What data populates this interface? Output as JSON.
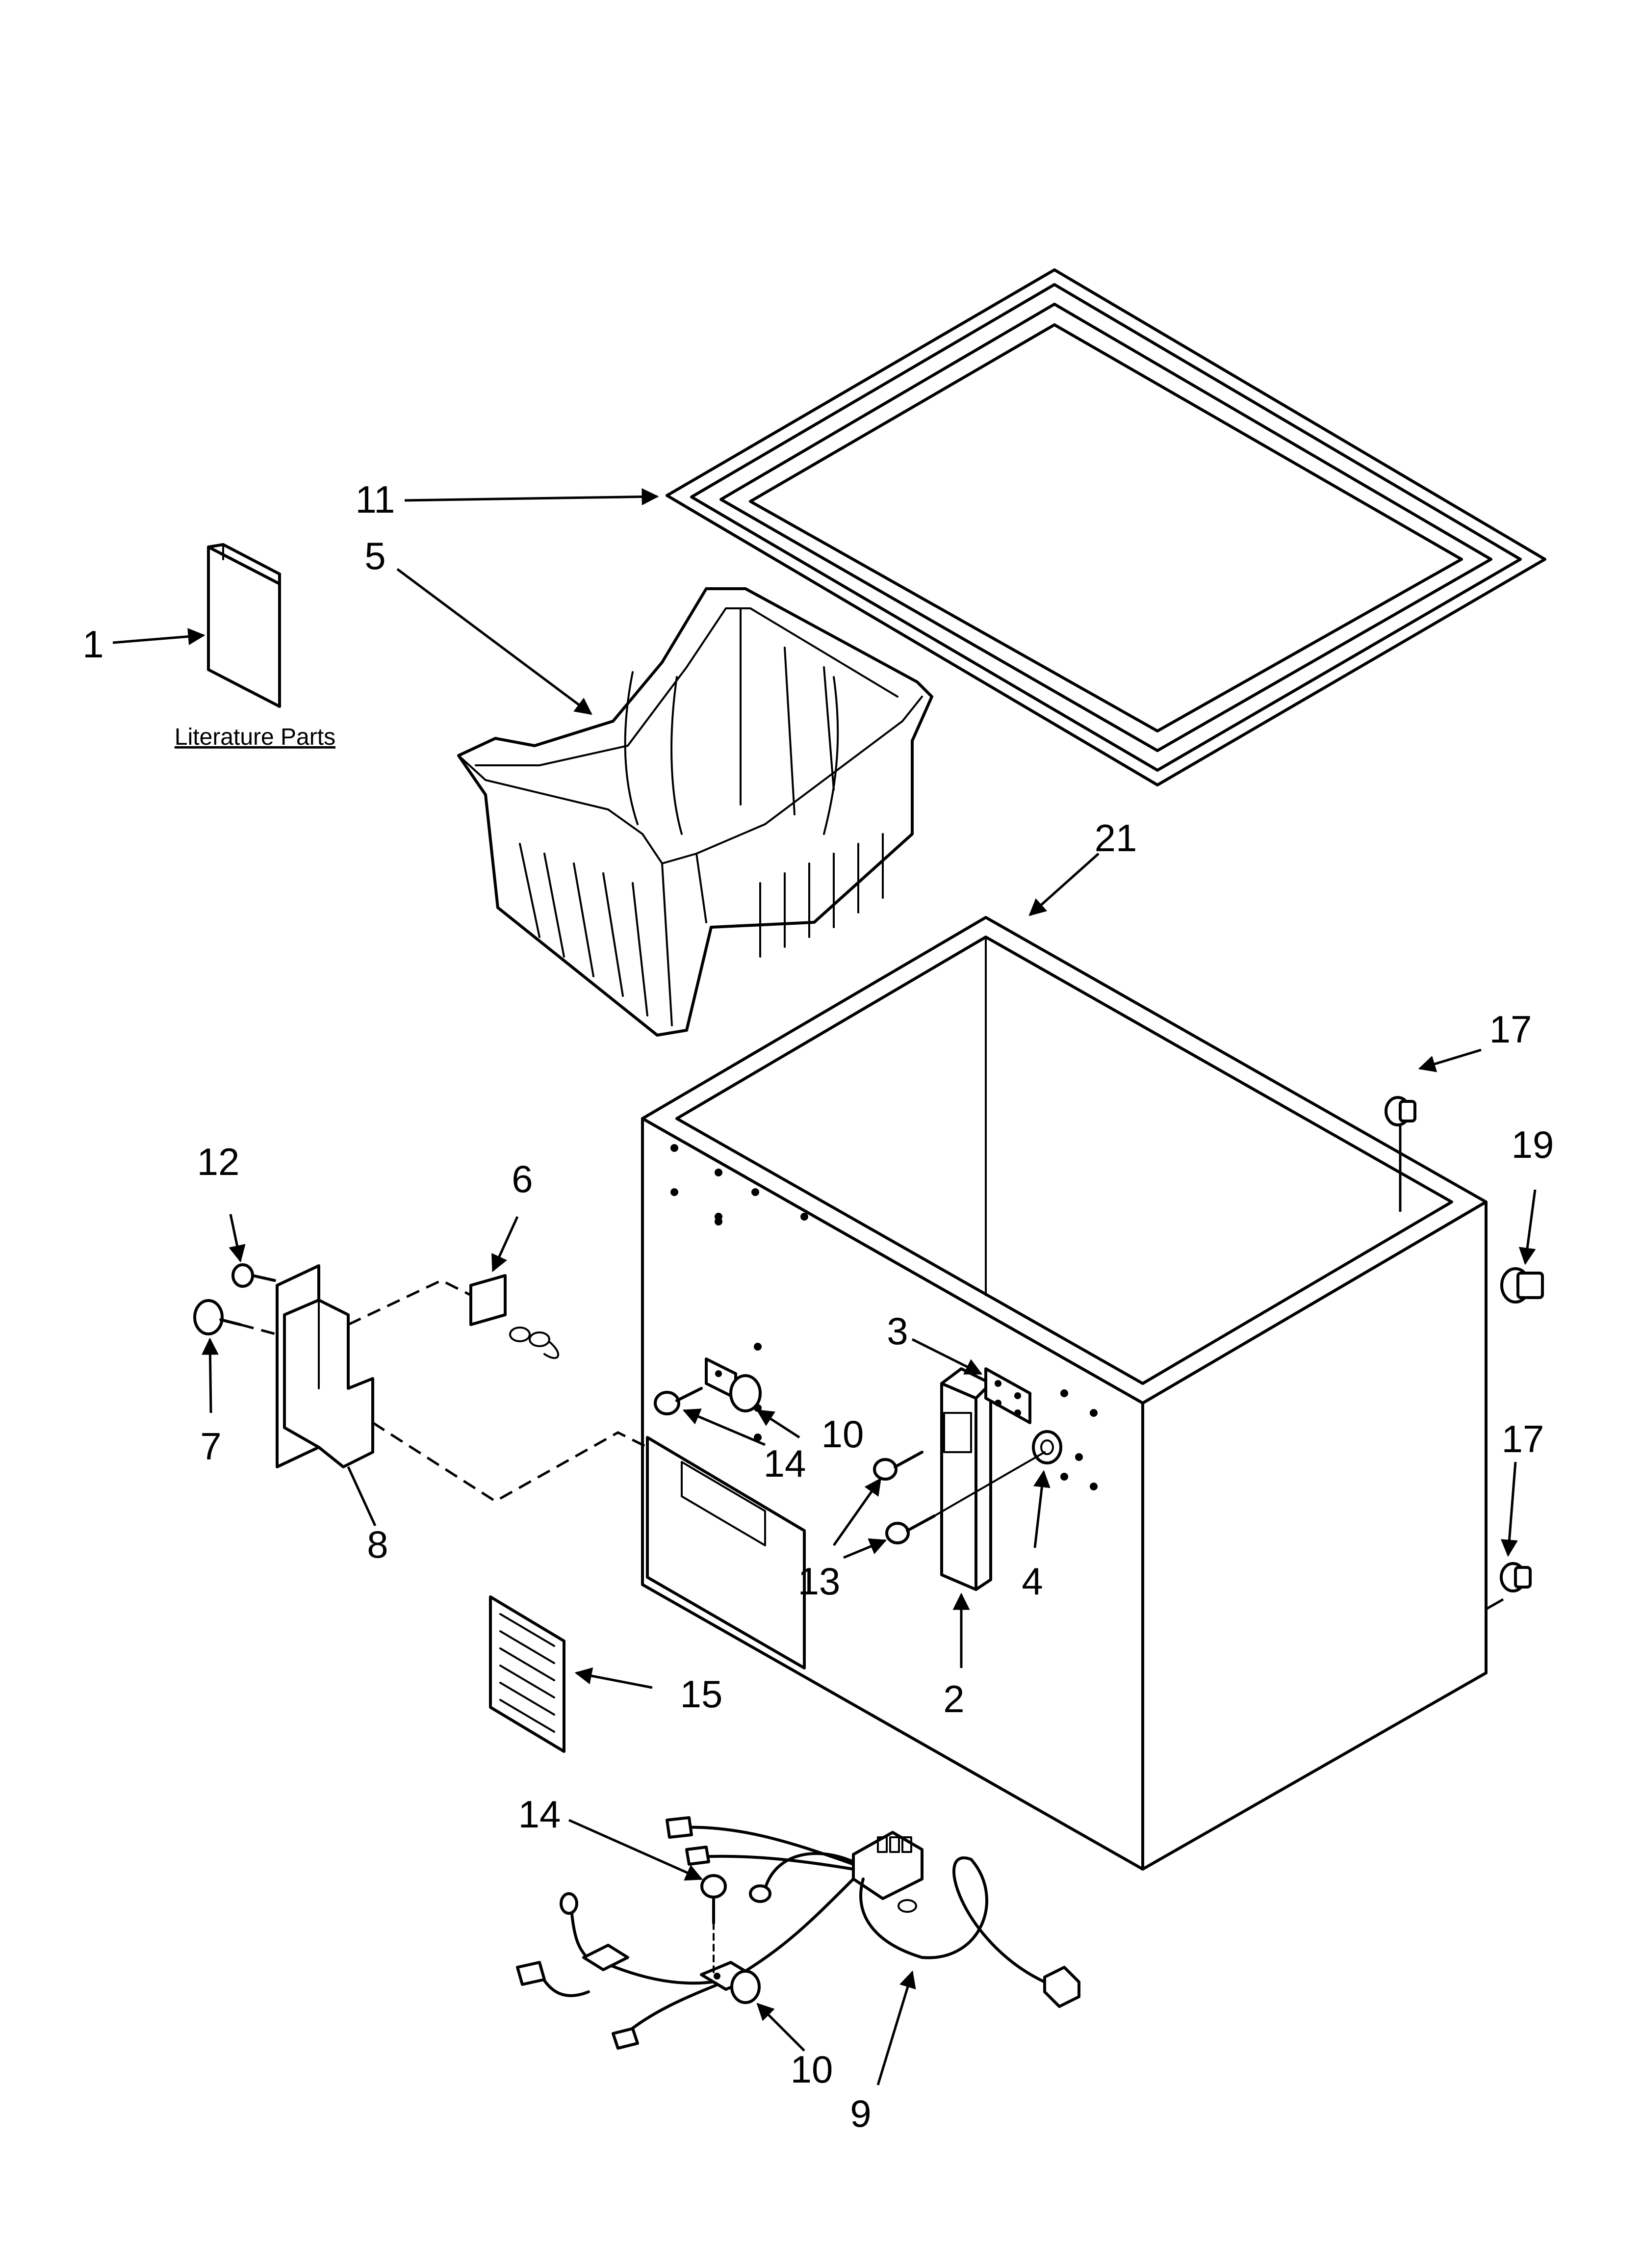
{
  "diagram": {
    "caption": "Literature Parts",
    "callouts": [
      {
        "id": "c1",
        "text": "1"
      },
      {
        "id": "c2",
        "text": "2"
      },
      {
        "id": "c3",
        "text": "3"
      },
      {
        "id": "c4",
        "text": "4"
      },
      {
        "id": "c5",
        "text": "5"
      },
      {
        "id": "c6",
        "text": "6"
      },
      {
        "id": "c7",
        "text": "7"
      },
      {
        "id": "c8",
        "text": "8"
      },
      {
        "id": "c9",
        "text": "9"
      },
      {
        "id": "c10a",
        "text": "10"
      },
      {
        "id": "c10b",
        "text": "10"
      },
      {
        "id": "c11",
        "text": "11"
      },
      {
        "id": "c12",
        "text": "12"
      },
      {
        "id": "c13",
        "text": "13"
      },
      {
        "id": "c14a",
        "text": "14"
      },
      {
        "id": "c14b",
        "text": "14"
      },
      {
        "id": "c15",
        "text": "15"
      },
      {
        "id": "c17a",
        "text": "17"
      },
      {
        "id": "c17b",
        "text": "17"
      },
      {
        "id": "c19",
        "text": "19"
      },
      {
        "id": "c21",
        "text": "21"
      }
    ]
  }
}
